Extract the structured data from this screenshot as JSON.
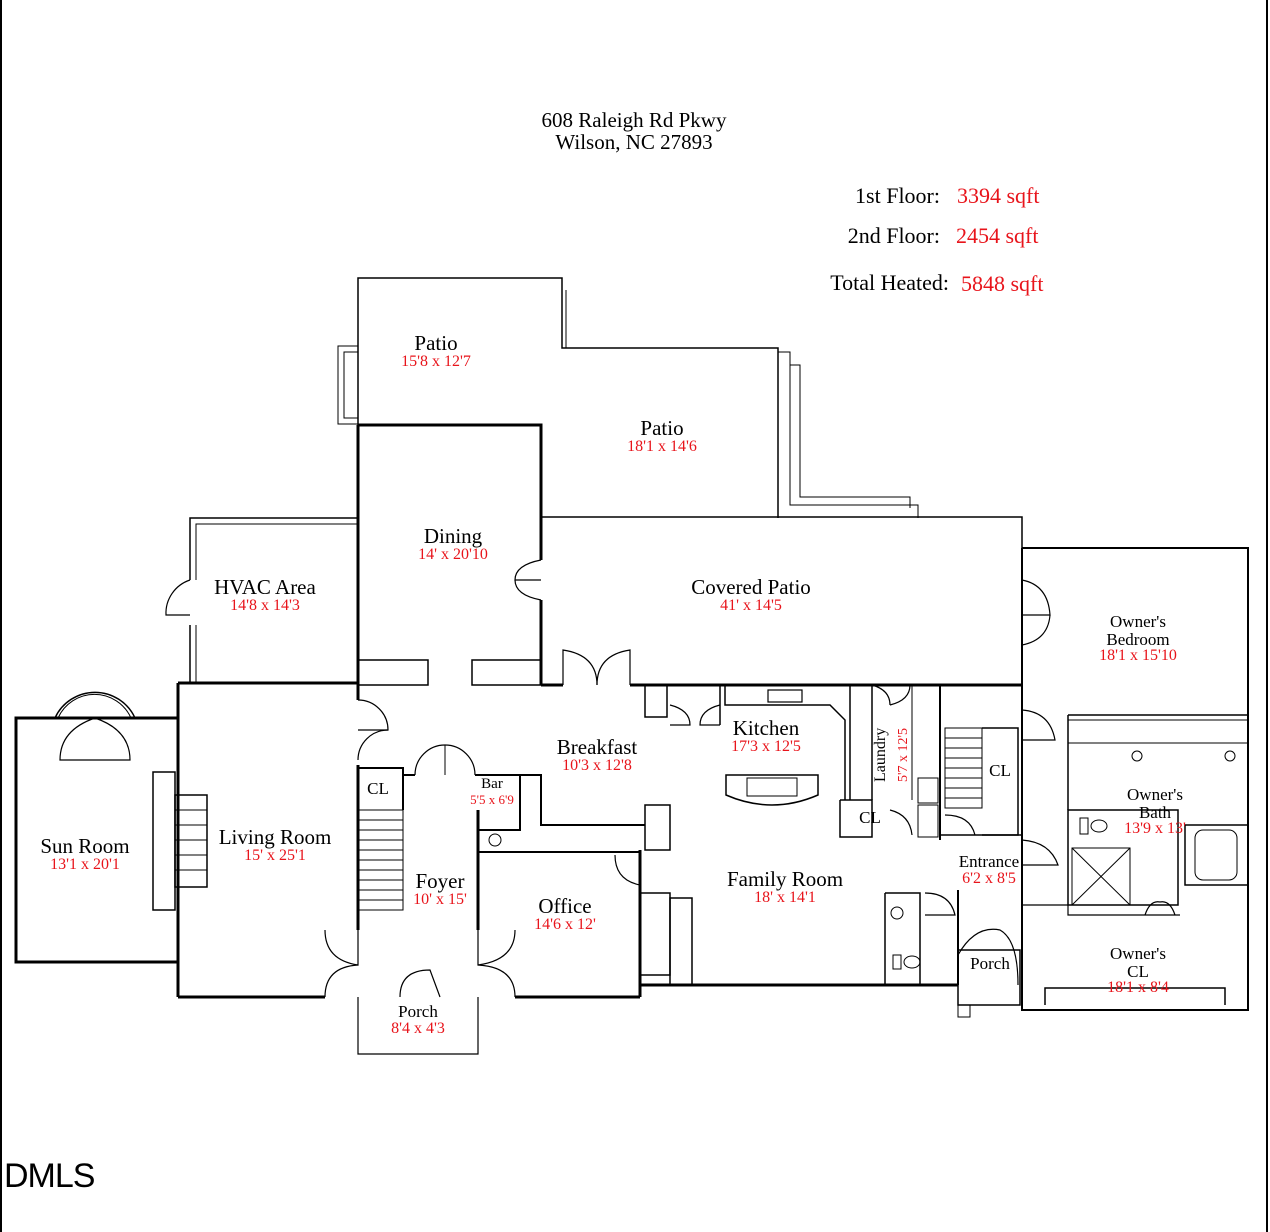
{
  "address": {
    "line1": "608 Raleigh Rd Pkwy",
    "line2": "Wilson, NC 27893"
  },
  "areas": [
    {
      "label": "1st Floor:",
      "value": "3394 sqft"
    },
    {
      "label": "2nd Floor:",
      "value": "2454 sqft"
    },
    {
      "label": "Total Heated:",
      "value": "5848 sqft"
    }
  ],
  "rooms": {
    "patio_left": {
      "name": "Patio",
      "dim": "15'8 x 12'7"
    },
    "patio_right": {
      "name": "Patio",
      "dim": "18'1 x 14'6"
    },
    "dining": {
      "name": "Dining",
      "dim": "14' x 20'10"
    },
    "hvac": {
      "name": "HVAC Area",
      "dim": "14'8 x 14'3"
    },
    "covered_patio": {
      "name": "Covered Patio",
      "dim": "41' x 14'5"
    },
    "owners_bedroom": {
      "name": "Owner's\nBedroom",
      "dim": "18'1 x 15'10"
    },
    "kitchen": {
      "name": "Kitchen",
      "dim": "17'3 x 12'5"
    },
    "breakfast": {
      "name": "Breakfast",
      "dim": "10'3 x 12'8"
    },
    "laundry": {
      "name": "Laundry",
      "dim": "5'7 x 12'5"
    },
    "owners_bath": {
      "name": "Owner's\nBath",
      "dim": "13'9 x 13'"
    },
    "bar": {
      "name": "Bar",
      "dim": "5'5 x 6'9"
    },
    "sun_room": {
      "name": "Sun Room",
      "dim": "13'1 x 20'1"
    },
    "living_room": {
      "name": "Living Room",
      "dim": "15' x 25'1"
    },
    "foyer": {
      "name": "Foyer",
      "dim": "10' x 15'"
    },
    "office": {
      "name": "Office",
      "dim": "14'6 x 12'"
    },
    "family_room": {
      "name": "Family Room",
      "dim": "18' x 14'1"
    },
    "entrance": {
      "name": "Entrance",
      "dim": "6'2 x 8'5"
    },
    "owners_cl": {
      "name": "Owner's\nCL",
      "dim": "18'1 x 8'4"
    },
    "porch_front": {
      "name": "Porch",
      "dim": "8'4 x 4'3"
    }
  },
  "closets": {
    "cl_living": "CL",
    "cl_stair": "CL",
    "cl_laundry": "CL",
    "porch_side": "Porch"
  },
  "watermark": "DMLS"
}
